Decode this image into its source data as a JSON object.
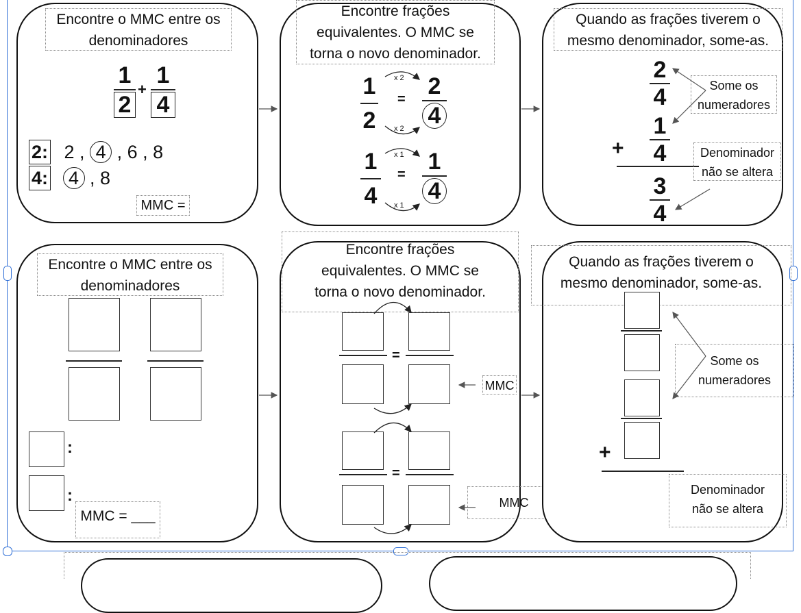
{
  "panels": {
    "p1": {
      "title_line1": "Encontre o MMC entre os",
      "title_line2": "denominadores",
      "frac_a_num": "1",
      "frac_a_den": "2",
      "frac_b_num": "1",
      "frac_b_den": "4",
      "plus": "+",
      "row1_label": "2:",
      "row1_vals": "2 ,",
      "row1_circled": "4",
      "row1_rest": ", 6 , 8",
      "row2_label": "4:",
      "row2_circled": "4",
      "row2_rest": ", 8",
      "mmc_label": "MMC ="
    },
    "p2": {
      "title_line1": "Encontre  frações",
      "title_line2": "equivalentes. O MMC se",
      "title_line3": "torna o novo denominador.",
      "f1_num": "1",
      "f1_den": "2",
      "f1_eq": "=",
      "f1_rnum": "2",
      "f1_rden": "4",
      "f1_top_mult": "x 2",
      "f1_bot_mult": "x 2",
      "f2_num": "1",
      "f2_den": "4",
      "f2_eq": "=",
      "f2_rnum": "1",
      "f2_rden": "4",
      "f2_top_mult": "x 1",
      "f2_bot_mult": "x 1"
    },
    "p3": {
      "title_line1": "Quando as frações tiverem o",
      "title_line2": "mesmo denominador, some-as.",
      "a_num": "2",
      "a_den": "4",
      "b_num": "1",
      "b_den": "4",
      "plus": "+",
      "r_num": "3",
      "r_den": "4",
      "note1_line1": "Some os",
      "note1_line2": "numeradores",
      "note2_line1": "Denominador",
      "note2_line2": "não se altera"
    },
    "p4": {
      "title_line1": "Encontre o MMC entre os",
      "title_line2": "denominadores",
      "colon1": ":",
      "colon2": ":",
      "mmc_label": "MMC = ",
      "mmc_blank": "___"
    },
    "p5": {
      "title_line1": "Encontre  frações",
      "title_line2": "equivalentes. O MMC se",
      "title_line3": "torna o novo denominador.",
      "eq1": "=",
      "eq2": "=",
      "mmc1": "MMC",
      "mmc2": "MMC"
    },
    "p6": {
      "title_line1": "Quando as frações tiverem o",
      "title_line2": "mesmo denominador, some-as.",
      "plus": "+",
      "note1_line1": "Some os",
      "note1_line2": "numeradores",
      "note2_line1": "Denominador",
      "note2_line2": "não se altera"
    }
  },
  "colors": {
    "selection": "#2f6fd6",
    "spellcheck": "#d33333"
  }
}
